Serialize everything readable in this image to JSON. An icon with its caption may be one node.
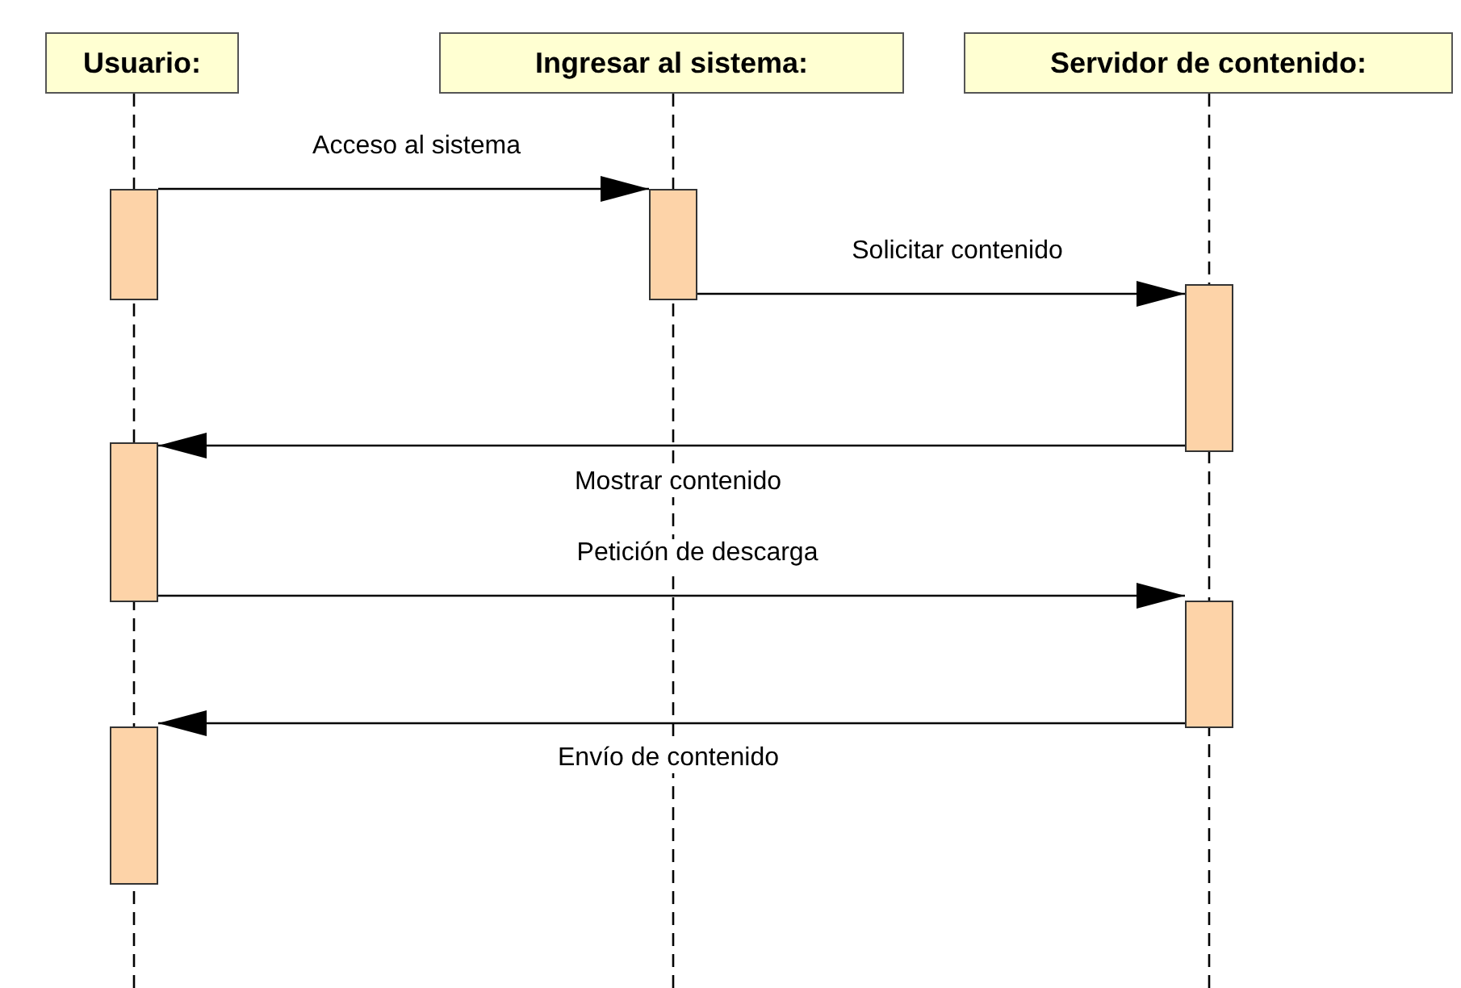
{
  "diagram": {
    "nodes": [
      {
        "text": [
          "Usuario:"
        ]
      },
      {
        "text": [
          "Ingresar al sistema:"
        ]
      },
      {
        "text": [
          "Servidor de contenido:"
        ]
      },
      {
        "text": [],
        "shape": "bar"
      },
      {
        "text": [],
        "shape": "bar"
      },
      {
        "text": [],
        "shape": "bar"
      },
      {
        "text": [],
        "shape": "bar"
      },
      {
        "text": [],
        "shape": "bar"
      },
      {
        "text": [],
        "shape": "bar"
      }
    ],
    "edges": [
      {
        "from": 3,
        "to": 4,
        "arrow": "to",
        "label": "Acceso al sistema"
      },
      {
        "from": 4,
        "to": 5,
        "arrow": "to",
        "label": "Solicitar contenido"
      },
      {
        "from": 5,
        "to": 6,
        "arrow": "to",
        "label": "Mostrar contenido"
      },
      {
        "from": 6,
        "to": 7,
        "arrow": "to",
        "label": "Petición de descarga"
      },
      {
        "from": 7,
        "to": 8,
        "arrow": "to",
        "label": "Envío de contenido"
      }
    ]
  }
}
